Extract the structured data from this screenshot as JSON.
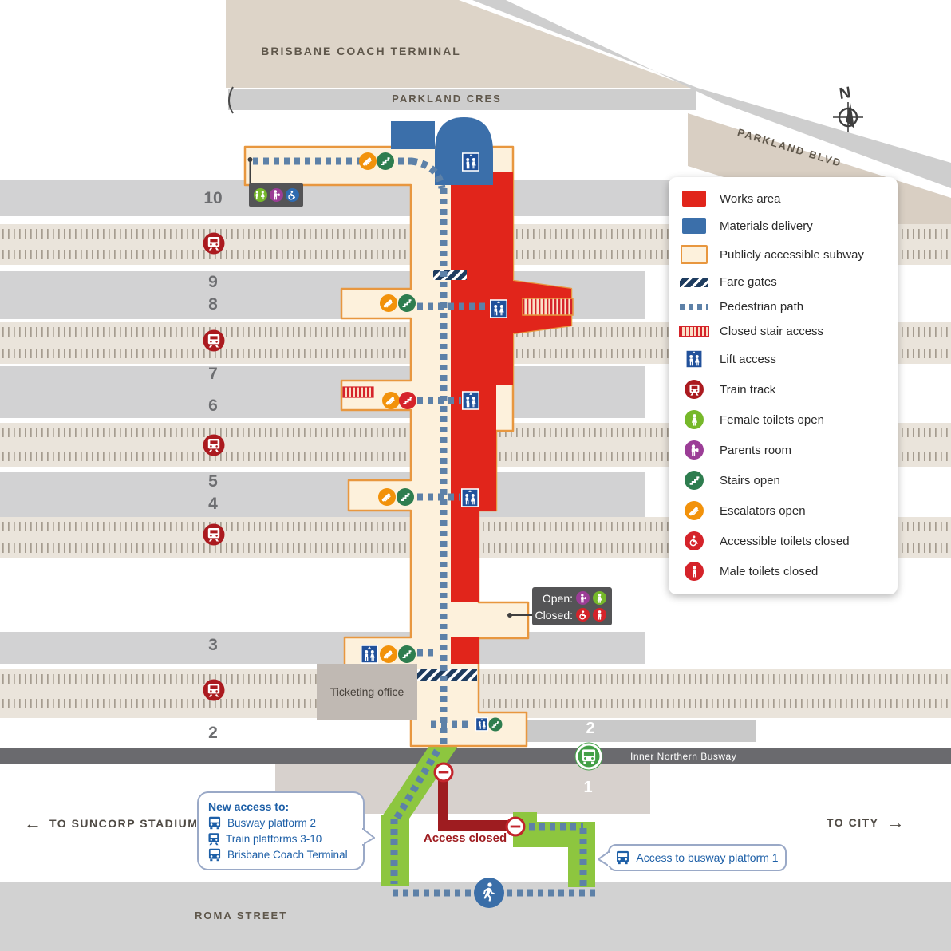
{
  "streets": {
    "coach_terminal": "BRISBANE COACH TERMINAL",
    "parkland_cres": "PARKLAND CRES",
    "parkland_blvd": "PARKLAND BLVD",
    "roma_street": "ROMA STREET",
    "busway": "Inner Northern Busway"
  },
  "compass": {
    "n": "N"
  },
  "arrows": {
    "left": "←",
    "right": "→"
  },
  "legend": {
    "items": [
      {
        "icon": "works-area-swatch",
        "label": "Works area"
      },
      {
        "icon": "materials-delivery-swatch",
        "label": "Materials delivery"
      },
      {
        "icon": "subway-swatch",
        "label": "Publicly accessible subway"
      },
      {
        "icon": "fare-gates-swatch",
        "label": "Fare gates"
      },
      {
        "icon": "pedestrian-path-swatch",
        "label": "Pedestrian path"
      },
      {
        "icon": "closed-stair-swatch",
        "label": "Closed stair access"
      },
      {
        "icon": "lift-icon",
        "label": "Lift access"
      },
      {
        "icon": "train-icon",
        "label": "Train track"
      },
      {
        "icon": "female-icon",
        "label": "Female toilets open"
      },
      {
        "icon": "parents-icon",
        "label": "Parents room"
      },
      {
        "icon": "stairs-icon",
        "label": "Stairs open"
      },
      {
        "icon": "escalator-icon",
        "label": "Escalators open"
      },
      {
        "icon": "wheelchair-icon",
        "label": "Accessible toilets closed"
      },
      {
        "icon": "male-icon",
        "label": "Male toilets closed"
      }
    ]
  },
  "platforms": {
    "left": [
      "10",
      "9",
      "8",
      "7",
      "6",
      "5",
      "4",
      "3",
      "2"
    ],
    "right": [
      "2",
      "1"
    ]
  },
  "labels": {
    "ticketing_office": "Ticketing office",
    "access_closed": "Access closed",
    "to_suncorp": "TO SUNCORP STADIUM",
    "to_city": "TO CITY"
  },
  "tooltip": {
    "open": "Open:",
    "closed": "Closed:"
  },
  "callouts": {
    "new_access": {
      "title": "New access to:",
      "items": [
        {
          "icon": "bus-icon",
          "label": "Busway platform 2"
        },
        {
          "icon": "train-icon",
          "label": "Train platforms 3-10"
        },
        {
          "icon": "bus-icon",
          "label": "Brisbane Coach Terminal"
        }
      ]
    },
    "busway1": {
      "label": "Access to busway platform 1"
    }
  },
  "colors": {
    "works_area": "#e1251b",
    "materials_delivery": "#3b6faa",
    "subway_fill": "#fdf1dc",
    "subway_border": "#e8973f",
    "fare_gate_navy": "#1e3c5f",
    "pedestrian_dot": "#5d81a8",
    "closed_stair_red": "#d5232a",
    "lift_blue": "#21519b",
    "train_track_red": "#ab1a1f",
    "female_green": "#76b82a",
    "parents_purple": "#9b3d96",
    "stairs_green": "#2e7d4f",
    "escalator_orange": "#f2920b",
    "toilets_closed_red": "#d5232a",
    "green_path": "#8dc63f",
    "closed_path_red": "#9e1c20",
    "busway_gray": "#6a6a6e",
    "callout_blue": "#1d5fa7"
  }
}
